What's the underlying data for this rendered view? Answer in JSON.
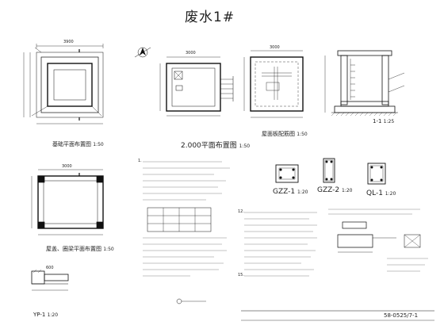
{
  "drawing": {
    "title": "废水1#",
    "sheet_number": "58-0525/7-1"
  },
  "views": {
    "foundation_plan": {
      "label": "基础平面布置图",
      "scale": "1:50"
    },
    "plan_2000": {
      "label": "2.000平面布置图",
      "scale": "1:50"
    },
    "roof_plan": {
      "label": "屋面板配筋图",
      "scale": "1:50"
    },
    "section_1": {
      "label": "1-1",
      "scale": "1:25"
    },
    "roof_beam_plan": {
      "label": "屋盖、圈梁平面布置图",
      "scale": "1:50"
    },
    "gzz1": {
      "label": "GZZ-1",
      "scale": "1:20"
    },
    "gzz2": {
      "label": "GZZ-2",
      "scale": "1:20"
    },
    "ql1": {
      "label": "QL-1",
      "scale": "1:20"
    },
    "yp1": {
      "label": "YP-1",
      "scale": "1:20"
    }
  },
  "dimensions": {
    "d3900": "3900",
    "d3000": "3000",
    "d600": "600"
  },
  "notes": {
    "n1": "1.",
    "n12": "12.",
    "n15": "15."
  },
  "icons": [
    "north-arrow-icon",
    "section-marker-icon",
    "axis-bubble-icon"
  ]
}
